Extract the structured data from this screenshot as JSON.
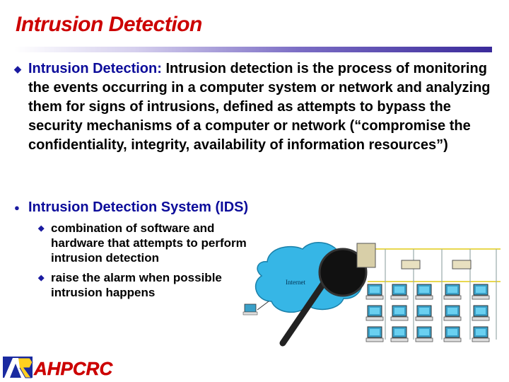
{
  "slide": {
    "title": "Intrusion Detection",
    "bullets": [
      {
        "term": "Intrusion Detection:",
        "text": "Intrusion detection is the process of monitoring the events occurring in a computer system or network and analyzing them for signs of intrusions, defined as attempts to bypass the security mechanisms of a computer or network (“compromise the confidentiality, integrity, availability of information resources”)"
      },
      {
        "term": "Intrusion Detection System (IDS)",
        "sub": [
          "combination of software and hardware that attempts to perform intrusion detection",
          "raise the alarm when possible intrusion happens"
        ]
      }
    ],
    "figure": {
      "cloud_label": "Internet"
    },
    "logo": {
      "text": "AHPCRC",
      "mark": "AR"
    }
  },
  "colors": {
    "title": "#cc0000",
    "accent": "#0c0c9a",
    "cloud": "#36b6e6"
  }
}
